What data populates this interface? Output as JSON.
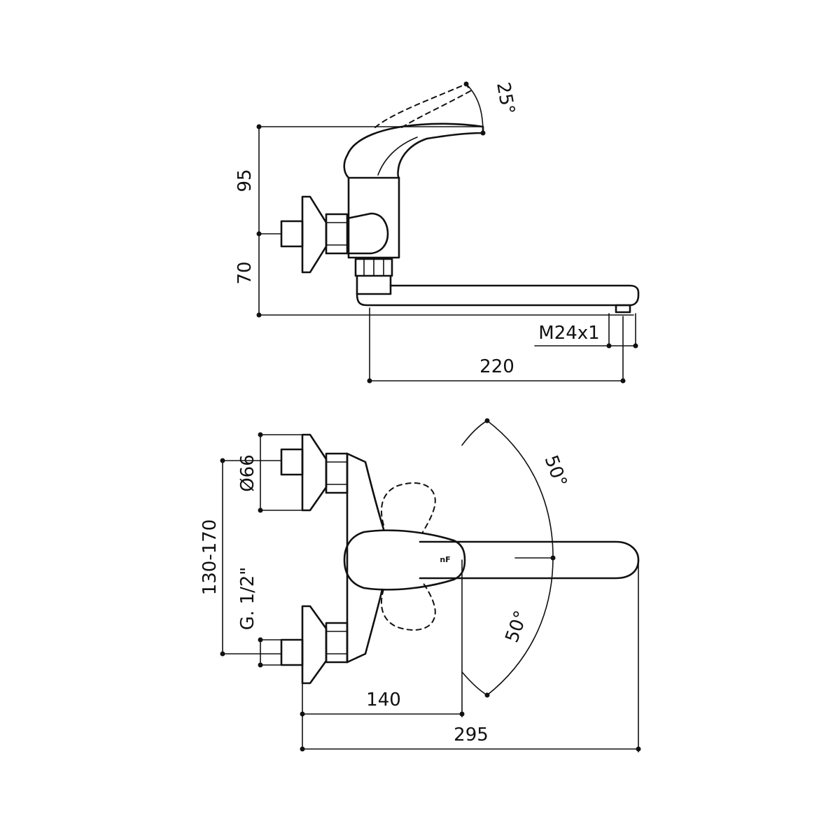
{
  "side_view": {
    "dims": {
      "height_upper": "95",
      "height_lower": "70",
      "lever_angle": "25°",
      "aerator_thread": "M24x1",
      "spout_reach": "220"
    }
  },
  "top_view": {
    "dims": {
      "flange_diameter": "Ø66",
      "centres_range": "130-170",
      "inlet_thread": "G. 1/2\"",
      "body_depth": "140",
      "overall_length": "295",
      "swivel_angle_top": "50°",
      "swivel_angle_bottom": "50°"
    },
    "handle_logo": "nF"
  },
  "colors": {
    "ink": "#111111",
    "background": "#ffffff"
  }
}
